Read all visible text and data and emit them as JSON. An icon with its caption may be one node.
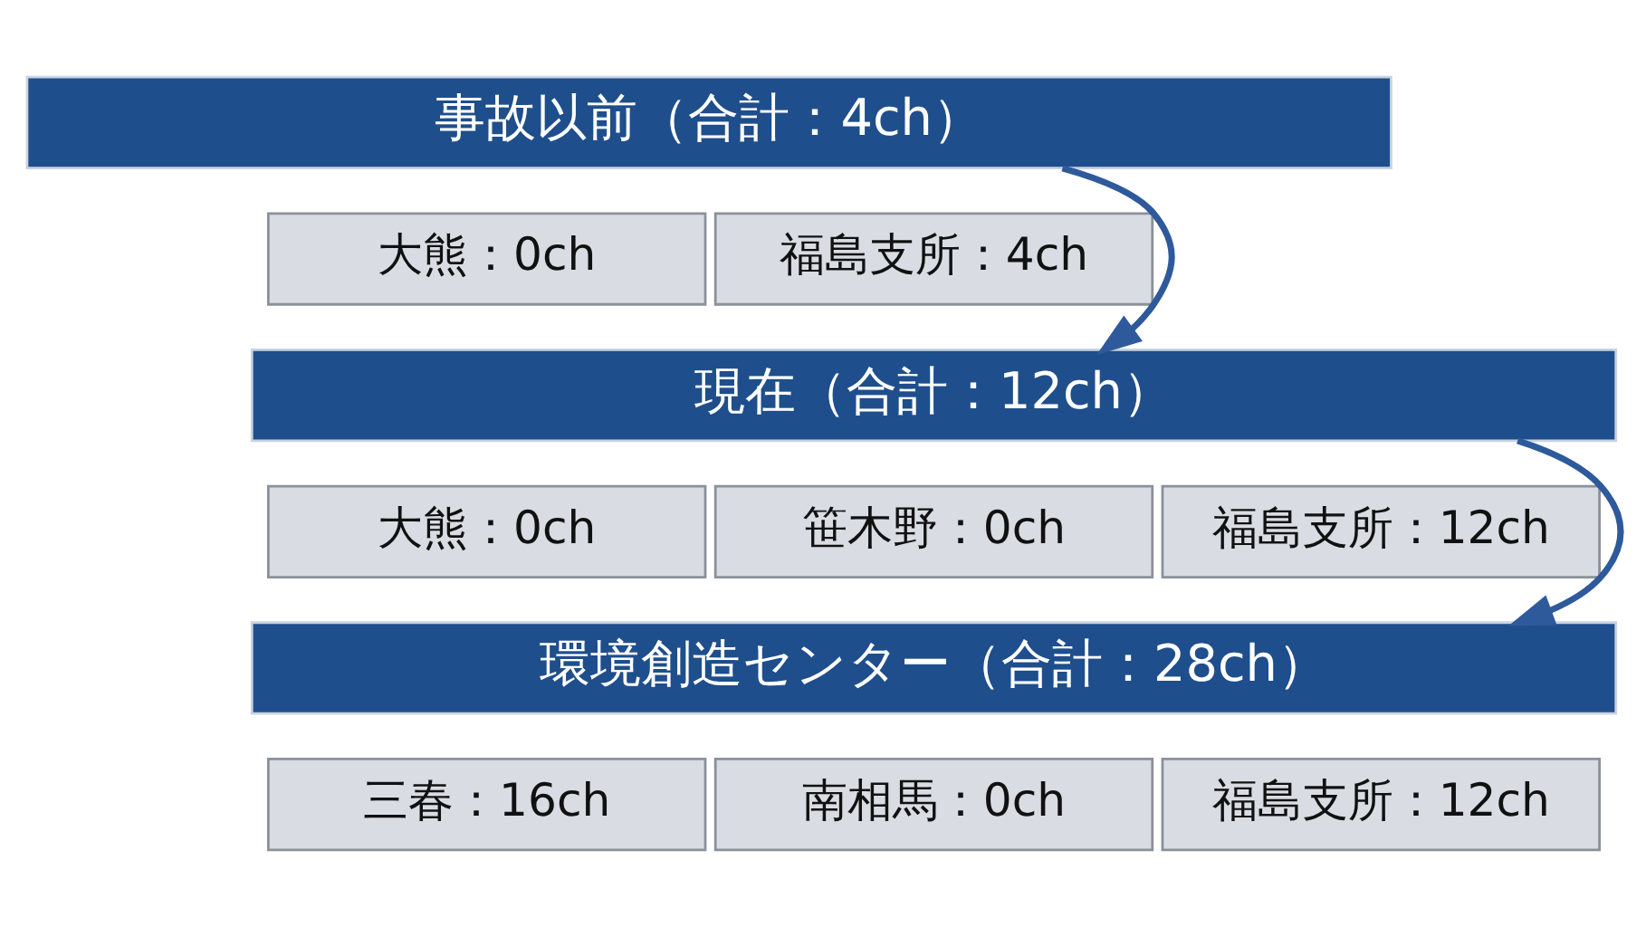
{
  "diagram": {
    "nodes": [
      {
        "text": [
          "事故以前（合計：4ch）"
        ]
      },
      {
        "text": [
          "大熊：0ch"
        ]
      },
      {
        "text": [
          "福島支所：4ch"
        ]
      },
      {
        "text": [
          "現在（合計：12ch）"
        ]
      },
      {
        "text": [
          "大熊：0ch"
        ]
      },
      {
        "text": [
          "笹木野：0ch"
        ]
      },
      {
        "text": [
          "福島支所：12ch"
        ]
      },
      {
        "text": [
          "環境創造センター（合計：28ch）"
        ]
      },
      {
        "text": [
          "三春：16ch"
        ]
      },
      {
        "text": [
          "南相馬：0ch"
        ]
      },
      {
        "text": [
          "福島支所：12ch"
        ]
      }
    ],
    "edges": [
      {
        "from": 0,
        "to": 3,
        "arrow": "to"
      },
      {
        "from": 3,
        "to": 7,
        "arrow": "to"
      }
    ]
  }
}
